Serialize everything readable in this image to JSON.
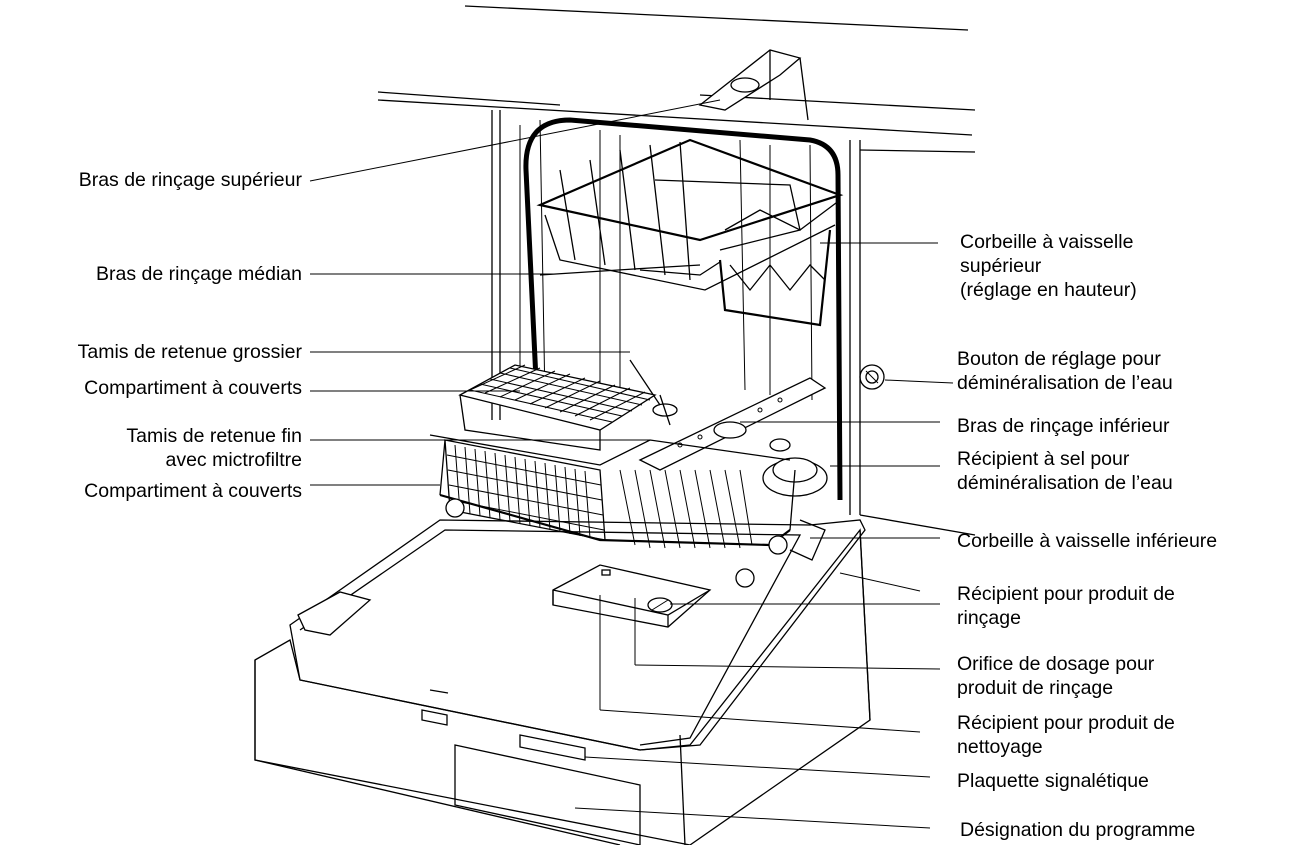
{
  "labels": {
    "upper_spray_arm": "Bras de rinçage supérieur",
    "middle_spray_arm": "Bras de rinçage médian",
    "coarse_filter": "Tamis de retenue grossier",
    "cutlery_compartment_1": "Compartiment à couverts",
    "fine_filter_line1": "Tamis de retenue fin",
    "fine_filter_line2": "avec mictrofiltre",
    "cutlery_compartment_2": "Compartiment à couverts",
    "upper_basket_line1": "Corbeille à vaisselle",
    "upper_basket_line2": "supérieur",
    "upper_basket_line3": "(réglage en hauteur)",
    "softener_knob_line1": "Bouton de réglage pour",
    "softener_knob_line2": "déminéralisation de l’eau",
    "lower_spray_arm": "Bras de rinçage inférieur",
    "salt_container_line1": "Récipient à sel pour",
    "salt_container_line2": "déminéralisation de l’eau",
    "lower_basket": "Corbeille à vaisselle inférieure",
    "rinse_aid_line1": "Récipient pour produit de",
    "rinse_aid_line2": "rinçage",
    "dosage_line1": "Orifice de dosage pour",
    "dosage_line2": "produit de rinçage",
    "detergent_line1": "Récipient pour produit de",
    "detergent_line2": "nettoyage",
    "rating_plate": "Plaquette signalétique",
    "program_designation": "Désignation du programme"
  }
}
